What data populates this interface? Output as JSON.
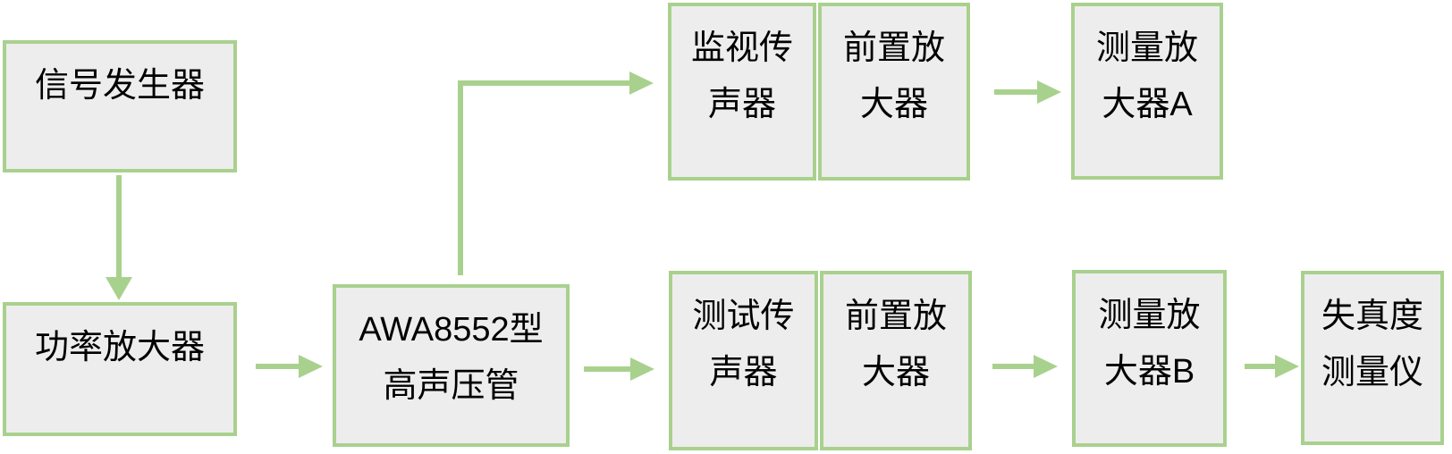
{
  "diagram": {
    "type": "flowchart",
    "colors": {
      "node_border": "#A9D18E",
      "node_fill": "#EDEDED",
      "arrow": "#A9D18E",
      "text": "#000000",
      "background": "#FFFFFF"
    },
    "nodes": [
      {
        "id": "signal-generator",
        "label": "信号发生器",
        "lines": [
          "信号发生器"
        ]
      },
      {
        "id": "power-amplifier",
        "label": "功率放大器",
        "lines": [
          "功率放大器"
        ]
      },
      {
        "id": "awa8552-tube",
        "label": "AWA8552型高声压管",
        "lines": [
          "AWA8552型",
          "高声压管"
        ]
      },
      {
        "id": "monitor-microphone",
        "label": "监视传声器",
        "lines": [
          "监视传",
          "声器"
        ]
      },
      {
        "id": "preamplifier-top",
        "label": "前置放大器",
        "lines": [
          "前置放",
          "大器"
        ]
      },
      {
        "id": "measuring-amplifier-a",
        "label": "测量放大器A",
        "lines": [
          "测量放",
          "大器A"
        ]
      },
      {
        "id": "test-microphone",
        "label": "测试传声器",
        "lines": [
          "测试传",
          "声器"
        ]
      },
      {
        "id": "preamplifier-bottom",
        "label": "前置放大器",
        "lines": [
          "前置放",
          "大器"
        ]
      },
      {
        "id": "measuring-amplifier-b",
        "label": "测量放大器B",
        "lines": [
          "测量放",
          "大器B"
        ]
      },
      {
        "id": "distortion-meter",
        "label": "失真度测量仪",
        "lines": [
          "失真度",
          "测量仪"
        ]
      }
    ],
    "edges": [
      {
        "from": "signal-generator",
        "to": "power-amplifier"
      },
      {
        "from": "power-amplifier",
        "to": "awa8552-tube"
      },
      {
        "from": "awa8552-tube",
        "to": "monitor-microphone"
      },
      {
        "from": "awa8552-tube",
        "to": "test-microphone"
      },
      {
        "from": "preamplifier-top",
        "to": "measuring-amplifier-a"
      },
      {
        "from": "preamplifier-bottom",
        "to": "measuring-amplifier-b"
      },
      {
        "from": "measuring-amplifier-b",
        "to": "distortion-meter"
      }
    ]
  }
}
